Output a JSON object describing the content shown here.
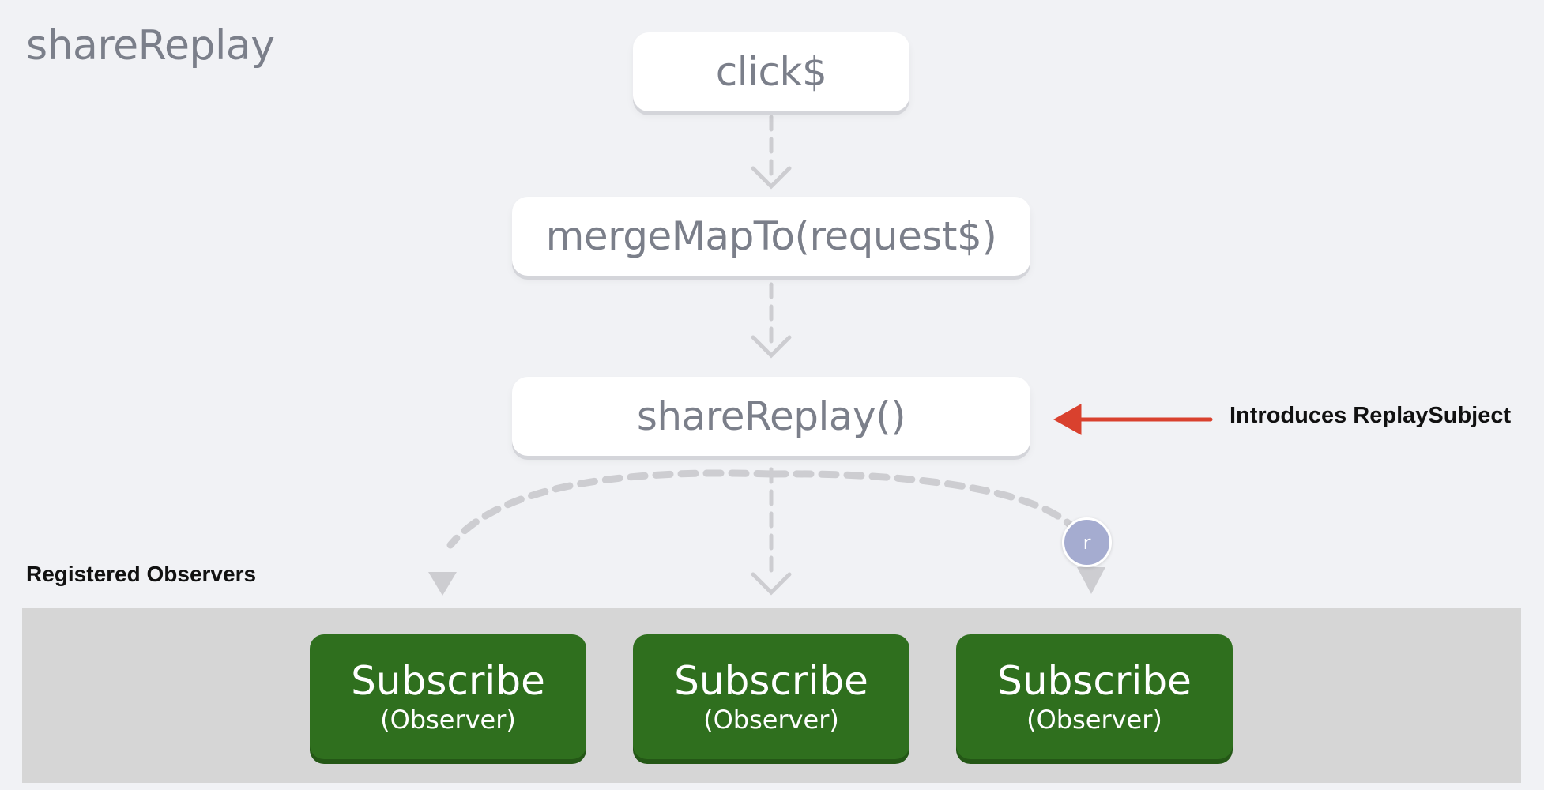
{
  "title": "shareReplay",
  "nodes": {
    "source": "click$",
    "operator1": "mergeMapTo(request$)",
    "operator2": "shareReplay()"
  },
  "annotation": {
    "text": "Introduces ReplaySubject",
    "arrow_color": "#d9412e"
  },
  "observers_label": "Registered Observers",
  "subscribers": [
    {
      "label": "Subscribe",
      "role": "(Observer)"
    },
    {
      "label": "Subscribe",
      "role": "(Observer)"
    },
    {
      "label": "Subscribe",
      "role": "(Observer)"
    }
  ],
  "emission_marker": {
    "label": "r",
    "color": "#a5acd0"
  },
  "colors": {
    "background": "#f1f2f5",
    "node_text": "#7b7f8a",
    "connector": "#cdcdd1",
    "subscriber_fill": "#2f6f1e",
    "panel": "#d6d6d6"
  }
}
